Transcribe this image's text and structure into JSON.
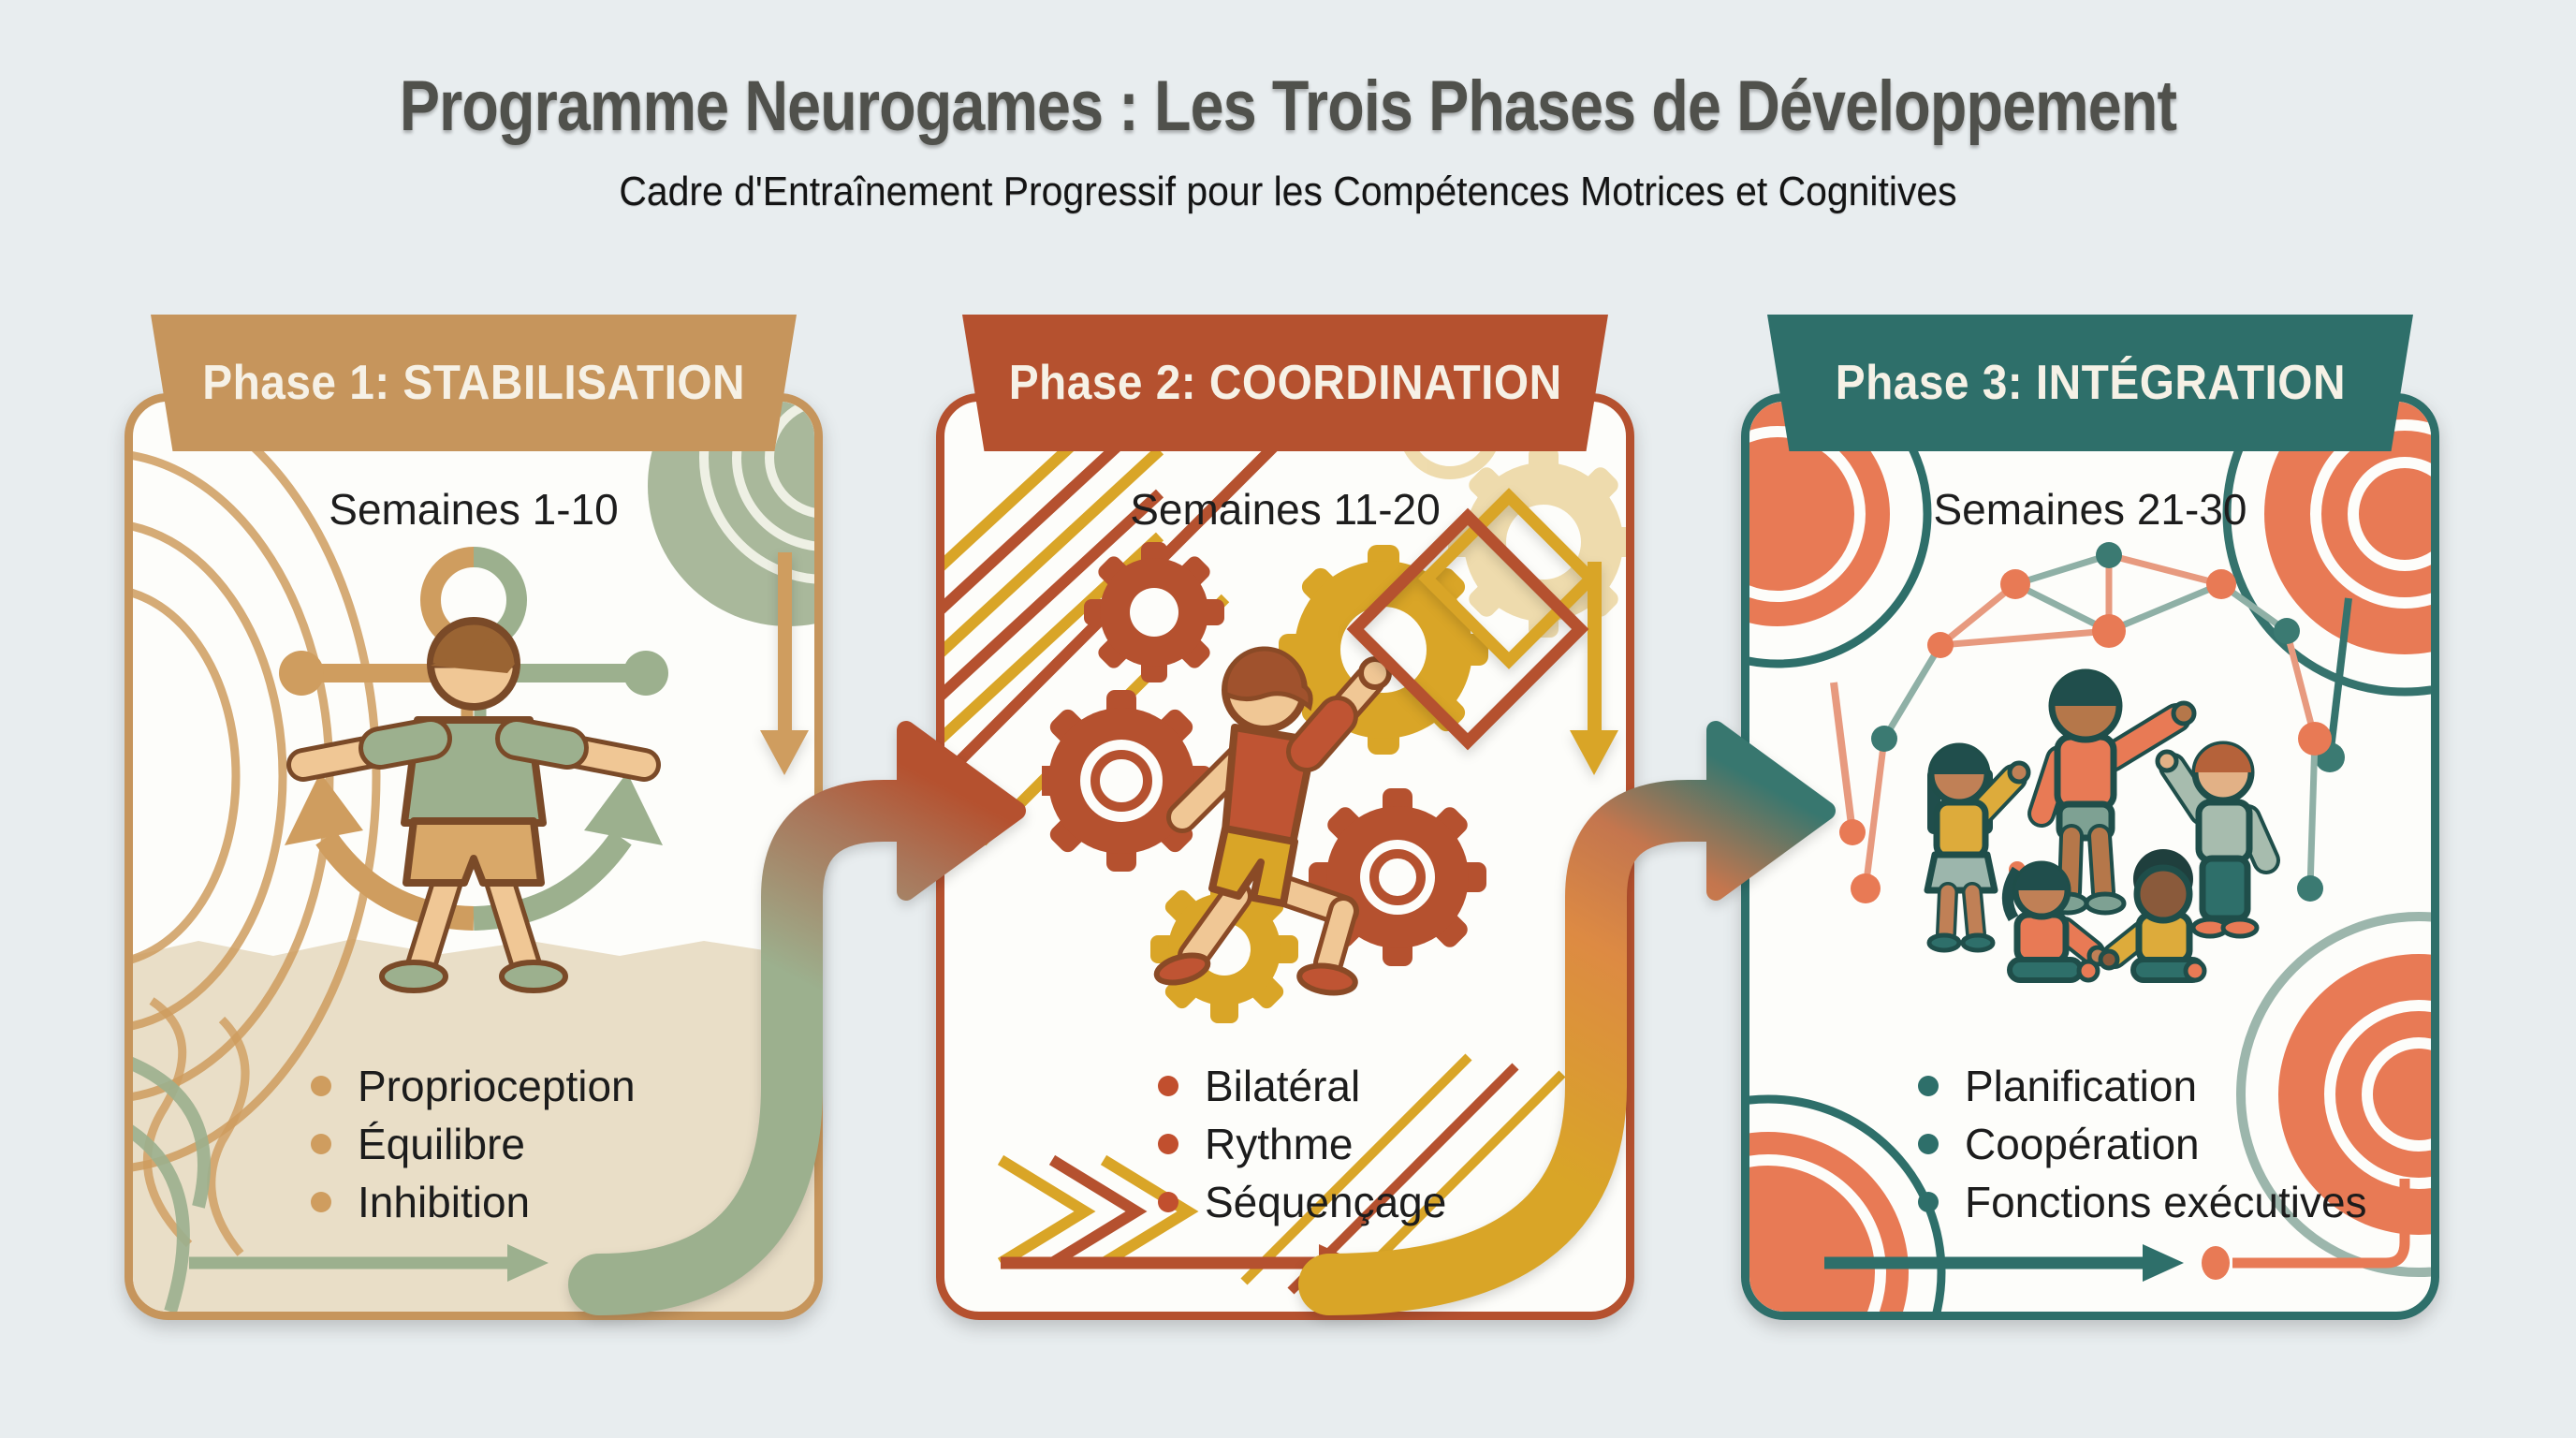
{
  "title": "Programme Neurogames : Les Trois Phases de Développement",
  "subtitle": "Cadre d'Entraînement Progressif pour les Compétences Motrices et Cognitives",
  "phases": [
    {
      "banner": "Phase 1: STABILISATION",
      "weeks": "Semaines 1-10",
      "accent": "#c6955c",
      "bullets": [
        "Proprioception",
        "Équilibre",
        "Inhibition"
      ],
      "illustration": "child-balance-anchor-icon"
    },
    {
      "banner": "Phase 2: COORDINATION",
      "weeks": "Semaines 11-20",
      "accent": "#b5512f",
      "bullets": [
        "Bilatéral",
        "Rythme",
        "Séquençage"
      ],
      "illustration": "child-running-gears-icon"
    },
    {
      "banner": "Phase 3: INTÉGRATION",
      "weeks": "Semaines 21-30",
      "accent": "#2e6f6a",
      "bullets": [
        "Planification",
        "Coopération",
        "Fonctions exécutives"
      ],
      "illustration": "children-group-network-icon"
    }
  ],
  "flow": {
    "arrow_1": "phase1-to-phase2",
    "arrow_2": "phase2-to-phase3"
  },
  "colors": {
    "background": "#e8edef",
    "card_background": "#fdfdfa",
    "tan": "#c6955c",
    "sage": "#9cb08e",
    "rust": "#b5512f",
    "gold": "#d9a527",
    "teal": "#2e6f6a",
    "coral": "#e87a55",
    "title_text": "#50514c",
    "body_text": "#1c1c1c"
  }
}
